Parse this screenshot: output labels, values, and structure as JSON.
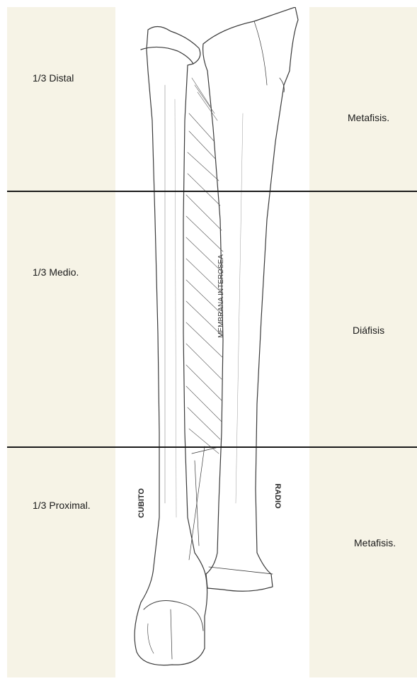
{
  "zones_left": {
    "distal": "1/3 Distal",
    "medio": "1/3 Medio.",
    "proximal": "1/3 Proximal."
  },
  "zones_right": {
    "distal": "Metafisis.",
    "medio": "Diáfisis",
    "proximal": "Metafisis."
  },
  "illustration": {
    "ulna_label": "CUBITO",
    "radius_label": "RADIO",
    "membrane_label": "MEMBRANA INTEROSEA"
  },
  "colors": {
    "panel": "#f6f3e6",
    "line": "#1a1a1a"
  }
}
